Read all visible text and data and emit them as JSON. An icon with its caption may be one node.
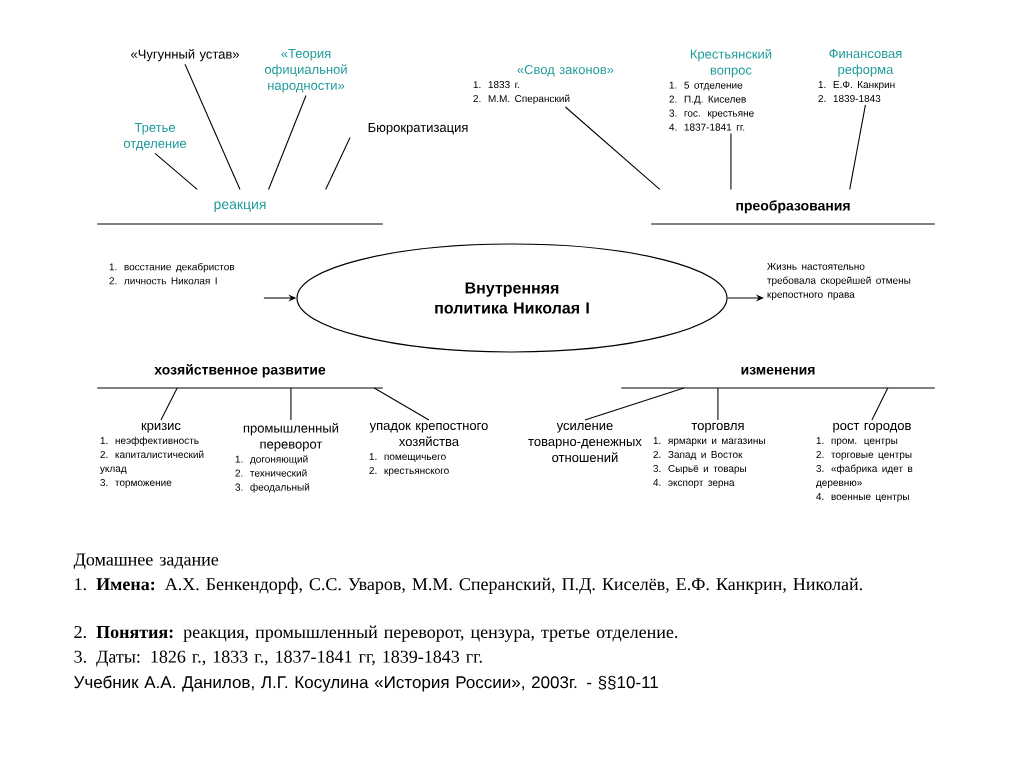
{
  "diagram": {
    "nodes": [
      {
        "text": [
          "Внутренняя политика Николая I"
        ]
      },
      {
        "text": [
          "реакция"
        ]
      },
      {
        "text": [
          "преобразования"
        ]
      },
      {
        "text": [
          "хозяйственное развитие"
        ]
      },
      {
        "text": [
          "изменения"
        ]
      },
      {
        "text": [
          "Третье отделение"
        ]
      },
      {
        "text": [
          "«Чугунный устав»"
        ]
      },
      {
        "text": [
          "«Теория официальной народности»"
        ]
      },
      {
        "text": [
          "Бюрократизация"
        ]
      },
      {
        "text": [
          "«Свод законов»",
          "1. 1833 г.",
          "2. М.М. Сперанский"
        ]
      },
      {
        "text": [
          "Крестьянский вопрос",
          "1. 5 отделение",
          "2. П.Д. Киселев",
          "3. гос. крестьяне",
          "4. 1837-1841 гг."
        ]
      },
      {
        "text": [
          "Финансовая реформа",
          "1. Е.Ф. Канкрин",
          "2. 1839-1843"
        ]
      },
      {
        "text": [
          "кризис",
          "1. неэффективность",
          "2. капиталистический уклад",
          "3. торможение"
        ]
      },
      {
        "text": [
          "промышленный переворот",
          "1. догоняющий",
          "2. технический",
          "3. феодальный"
        ]
      },
      {
        "text": [
          "упадок крепостного хозяйства",
          "1. помещичьего",
          "2. крестьянского"
        ]
      },
      {
        "text": [
          "усиление товарно-денежных отношений"
        ]
      },
      {
        "text": [
          "торговля",
          "1. ярмарки и магазины",
          "2. Запад и Восток",
          "3. Сырьё и товары",
          "4. экспорт зерна"
        ]
      },
      {
        "text": [
          "рост городов",
          "1. пром. центры",
          "2. торговые центры",
          "3. «фабрика идет в деревню»",
          "4. военные центры"
        ]
      },
      {
        "text": [
          "1. восстание декабристов",
          "2. личность Николая I"
        ]
      },
      {
        "text": [
          "Жизнь настоятельно требовала скорейшей отмены крепостного права"
        ]
      }
    ],
    "edges": [
      {
        "from": 5,
        "to": 1,
        "arrow": "none"
      },
      {
        "from": 6,
        "to": 1,
        "arrow": "none"
      },
      {
        "from": 7,
        "to": 1,
        "arrow": "none"
      },
      {
        "from": 8,
        "to": 1,
        "arrow": "none"
      },
      {
        "from": 9,
        "to": 2,
        "arrow": "none"
      },
      {
        "from": 10,
        "to": 2,
        "arrow": "none"
      },
      {
        "from": 11,
        "to": 2,
        "arrow": "none"
      },
      {
        "from": 3,
        "to": 12,
        "arrow": "none"
      },
      {
        "from": 3,
        "to": 13,
        "arrow": "none"
      },
      {
        "from": 3,
        "to": 14,
        "arrow": "none"
      },
      {
        "from": 4,
        "to": 15,
        "arrow": "none"
      },
      {
        "from": 4,
        "to": 16,
        "arrow": "none"
      },
      {
        "from": 4,
        "to": 17,
        "arrow": "none"
      },
      {
        "from": 18,
        "to": 0,
        "arrow": "to"
      },
      {
        "from": 0,
        "to": 19,
        "arrow": "to"
      }
    ],
    "labels": [
      "Домашнее задание",
      "1. **Имена:** А.Х. Бенкендорф, С.С. Уваров, М.М. Сперанский, П.Д. Киселёв, Е.Ф. Канкрин, Николай.",
      "2. **Понятия:** реакция, промышленный переворот, цензура, третье отделение.",
      "3. Даты: 1826 г., 1833 г., 1837-1841 гг, 1839-1843 гг.",
      "Учебник А.А. Данилов, Л.Г. Косулина «История России», 2003г.  -  §§10-11"
    ]
  }
}
